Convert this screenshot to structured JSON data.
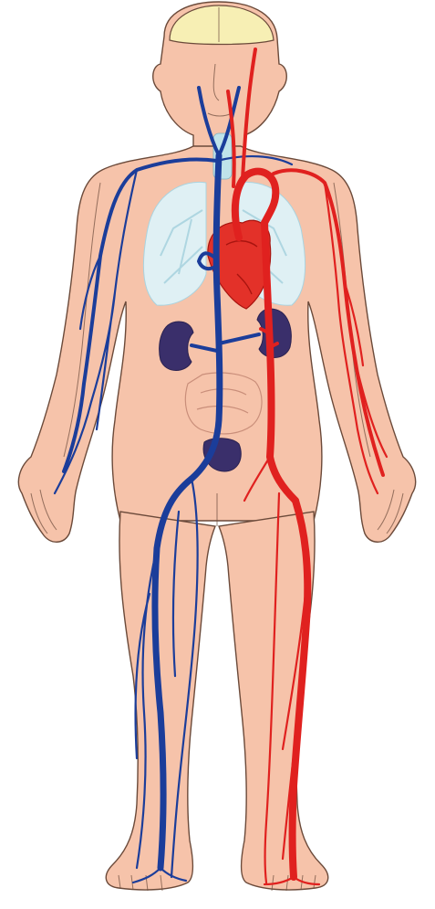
{
  "diagram": {
    "colors": {
      "skin": "#f6c3aa",
      "skin_outline": "#6b4a3a",
      "brain": "#f7efb4",
      "lungs": "#dff0f4",
      "lung_vessels": "#a9d3df",
      "trachea": "#bfe3ea",
      "vein": "#1b3d9a",
      "artery": "#e0211f",
      "heart": "#e33129",
      "kidney": "#3a2f6b",
      "bladder": "#3a2f6b",
      "organ_outline": "#c98e7a"
    },
    "parts": [
      {
        "name": "brain",
        "label": ""
      },
      {
        "name": "lungs",
        "label": ""
      },
      {
        "name": "heart",
        "label": ""
      },
      {
        "name": "kidneys",
        "label": ""
      },
      {
        "name": "bladder",
        "label": ""
      },
      {
        "name": "veins",
        "label": ""
      },
      {
        "name": "arteries",
        "label": ""
      }
    ]
  }
}
